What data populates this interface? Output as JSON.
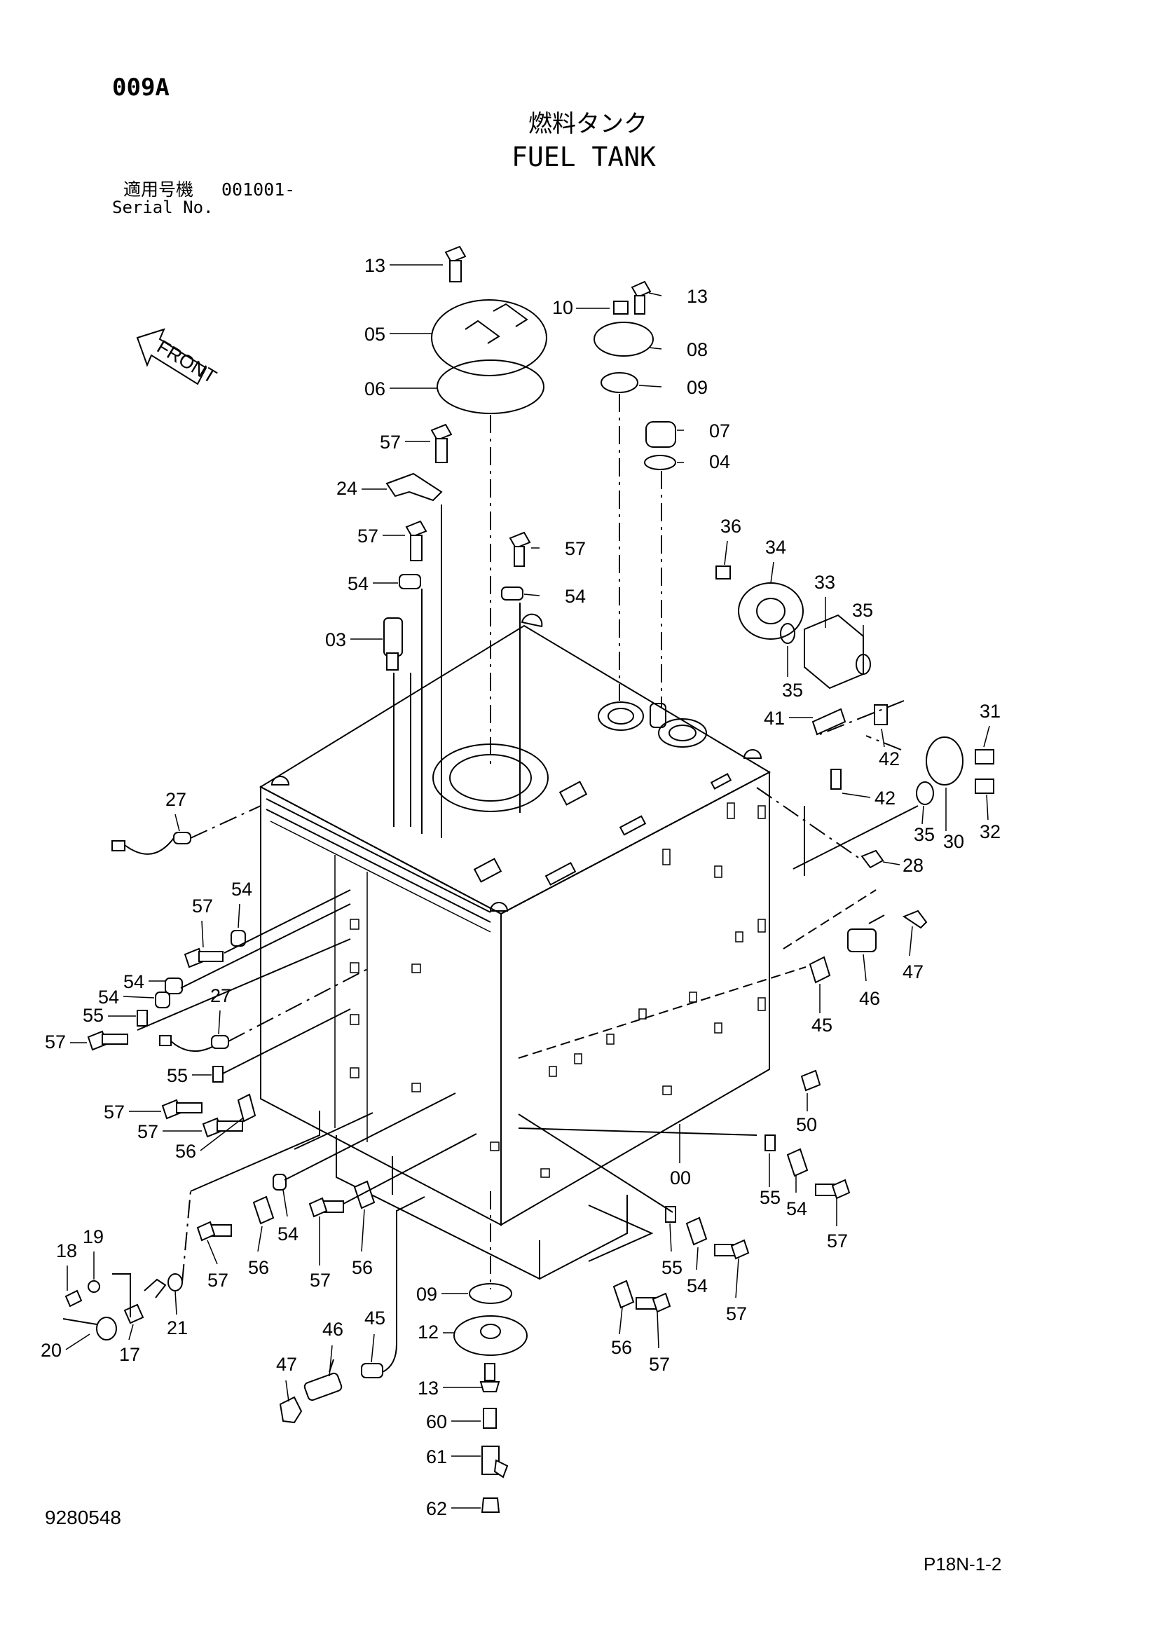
{
  "header": {
    "page_code": "009A",
    "title_jp": "燃料タンク",
    "title_en": "FUEL TANK",
    "serial_label_jp": "適用号機",
    "serial_value": "001001-",
    "serial_label_en": "Serial No."
  },
  "front_arrow_label": "FRONT",
  "footer": {
    "doc_number": "9280548",
    "page_ref": "P18N-1-2"
  },
  "callouts": [
    {
      "id": "c1",
      "label": "13"
    },
    {
      "id": "c2",
      "label": "05"
    },
    {
      "id": "c3",
      "label": "06"
    },
    {
      "id": "c4",
      "label": "10"
    },
    {
      "id": "c5",
      "label": "13"
    },
    {
      "id": "c6",
      "label": "08"
    },
    {
      "id": "c7",
      "label": "09"
    },
    {
      "id": "c8",
      "label": "07"
    },
    {
      "id": "c9",
      "label": "04"
    },
    {
      "id": "c10",
      "label": "57"
    },
    {
      "id": "c11",
      "label": "24"
    },
    {
      "id": "c12",
      "label": "57"
    },
    {
      "id": "c13",
      "label": "57"
    },
    {
      "id": "c14",
      "label": "54"
    },
    {
      "id": "c15",
      "label": "54"
    },
    {
      "id": "c16",
      "label": "03"
    },
    {
      "id": "c17",
      "label": "36"
    },
    {
      "id": "c18",
      "label": "34"
    },
    {
      "id": "c19",
      "label": "33"
    },
    {
      "id": "c20",
      "label": "35"
    },
    {
      "id": "c21",
      "label": "35"
    },
    {
      "id": "c22",
      "label": "41"
    },
    {
      "id": "c23",
      "label": "31"
    },
    {
      "id": "c24",
      "label": "42"
    },
    {
      "id": "c25",
      "label": "42"
    },
    {
      "id": "c26",
      "label": "35"
    },
    {
      "id": "c27",
      "label": "30"
    },
    {
      "id": "c28",
      "label": "32"
    },
    {
      "id": "c29",
      "label": "27"
    },
    {
      "id": "c30",
      "label": "28"
    },
    {
      "id": "c31",
      "label": "57"
    },
    {
      "id": "c32",
      "label": "54"
    },
    {
      "id": "c33",
      "label": "54"
    },
    {
      "id": "c34",
      "label": "54"
    },
    {
      "id": "c35",
      "label": "27"
    },
    {
      "id": "c36",
      "label": "55"
    },
    {
      "id": "c37",
      "label": "57"
    },
    {
      "id": "c38",
      "label": "47"
    },
    {
      "id": "c39",
      "label": "46"
    },
    {
      "id": "c40",
      "label": "45"
    },
    {
      "id": "c41",
      "label": "55"
    },
    {
      "id": "c42",
      "label": "57"
    },
    {
      "id": "c43",
      "label": "57"
    },
    {
      "id": "c44",
      "label": "56"
    },
    {
      "id": "c45",
      "label": "50"
    },
    {
      "id": "c46",
      "label": "00"
    },
    {
      "id": "c47",
      "label": "55"
    },
    {
      "id": "c48",
      "label": "54"
    },
    {
      "id": "c49",
      "label": "57"
    },
    {
      "id": "c50",
      "label": "18"
    },
    {
      "id": "c51",
      "label": "19"
    },
    {
      "id": "c52",
      "label": "57"
    },
    {
      "id": "c53",
      "label": "56"
    },
    {
      "id": "c54",
      "label": "54"
    },
    {
      "id": "c55",
      "label": "57"
    },
    {
      "id": "c56",
      "label": "56"
    },
    {
      "id": "c57",
      "label": "55"
    },
    {
      "id": "c58",
      "label": "54"
    },
    {
      "id": "c59",
      "label": "57"
    },
    {
      "id": "c60",
      "label": "21"
    },
    {
      "id": "c61",
      "label": "20"
    },
    {
      "id": "c62",
      "label": "17"
    },
    {
      "id": "c63",
      "label": "09"
    },
    {
      "id": "c64",
      "label": "12"
    },
    {
      "id": "c65",
      "label": "45"
    },
    {
      "id": "c66",
      "label": "46"
    },
    {
      "id": "c67",
      "label": "47"
    },
    {
      "id": "c68",
      "label": "13"
    },
    {
      "id": "c69",
      "label": "56"
    },
    {
      "id": "c70",
      "label": "57"
    },
    {
      "id": "c71",
      "label": "60"
    },
    {
      "id": "c72",
      "label": "61"
    },
    {
      "id": "c73",
      "label": "62"
    }
  ]
}
